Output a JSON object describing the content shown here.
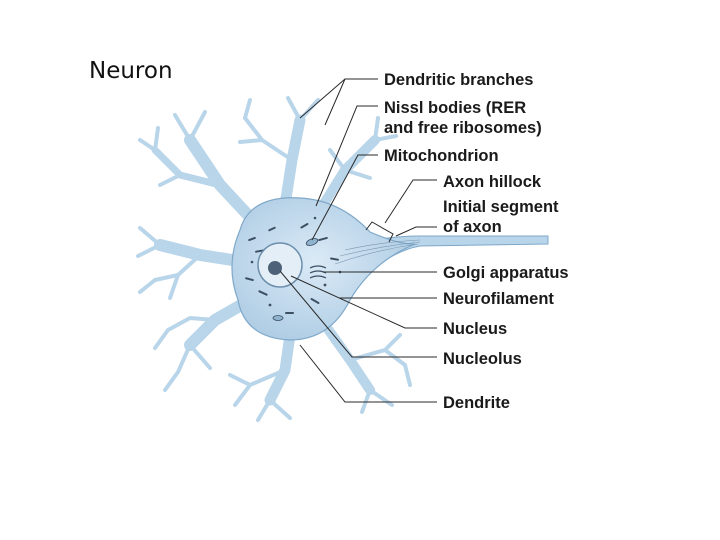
{
  "slide": {
    "title": "Neuron"
  },
  "colors": {
    "cell_fill": "#b9d5ea",
    "cell_stroke": "#7fa8c9",
    "organelle": "#3d4f63",
    "leader": "#2a2a2a",
    "text": "#1a1a1a"
  },
  "labels": [
    {
      "id": "dendritic-branches",
      "lines": [
        "Dendritic branches"
      ]
    },
    {
      "id": "nissl-bodies",
      "lines": [
        "Nissl bodies (RER",
        "and free ribosomes)"
      ]
    },
    {
      "id": "mitochondrion",
      "lines": [
        "Mitochondrion"
      ]
    },
    {
      "id": "axon-hillock",
      "lines": [
        "Axon hillock"
      ]
    },
    {
      "id": "initial-segment",
      "lines": [
        "Initial segment",
        "of axon"
      ]
    },
    {
      "id": "golgi-apparatus",
      "lines": [
        "Golgi apparatus"
      ]
    },
    {
      "id": "neurofilament",
      "lines": [
        "Neurofilament"
      ]
    },
    {
      "id": "nucleus",
      "lines": [
        "Nucleus"
      ]
    },
    {
      "id": "nucleolus",
      "lines": [
        "Nucleolus"
      ]
    },
    {
      "id": "dendrite",
      "lines": [
        "Dendrite"
      ]
    }
  ]
}
